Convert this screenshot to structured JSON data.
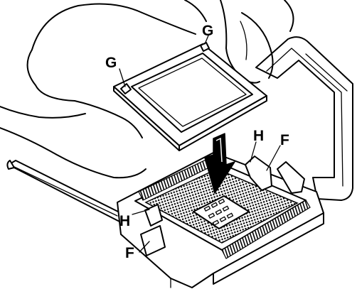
{
  "callouts": {
    "g_top": "G",
    "g_left": "G",
    "h_right": "H",
    "f_right": "F",
    "h_left": "H",
    "f_left": "F"
  },
  "colors": {
    "ink": "#000000",
    "paper": "#ffffff"
  }
}
